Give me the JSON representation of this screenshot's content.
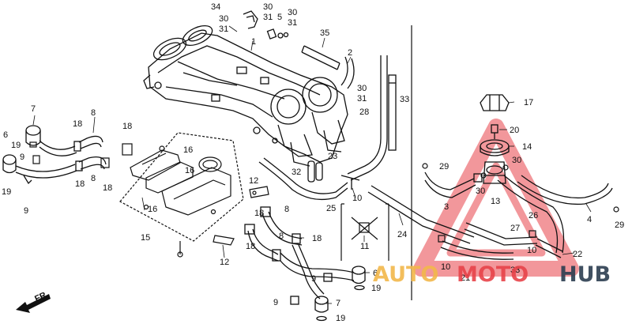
{
  "diagram": {
    "callouts": [
      {
        "id": "c1",
        "text": "34"
      },
      {
        "id": "c2",
        "text": "30"
      },
      {
        "id": "c3",
        "text": "31"
      },
      {
        "id": "c4",
        "text": "30"
      },
      {
        "id": "c5",
        "text": "31"
      },
      {
        "id": "c6",
        "text": "5"
      },
      {
        "id": "c7",
        "text": "30"
      },
      {
        "id": "c8",
        "text": "31"
      },
      {
        "id": "c9",
        "text": "1"
      },
      {
        "id": "c10",
        "text": "35"
      },
      {
        "id": "c11",
        "text": "2"
      },
      {
        "id": "c12",
        "text": "30"
      },
      {
        "id": "c13",
        "text": "31"
      },
      {
        "id": "c14",
        "text": "33"
      },
      {
        "id": "c15",
        "text": "28"
      },
      {
        "id": "c16",
        "text": "17"
      },
      {
        "id": "c17",
        "text": "20"
      },
      {
        "id": "c18",
        "text": "14"
      },
      {
        "id": "c19",
        "text": "7"
      },
      {
        "id": "c20",
        "text": "8"
      },
      {
        "id": "c21",
        "text": "18"
      },
      {
        "id": "c22",
        "text": "6"
      },
      {
        "id": "c23",
        "text": "19"
      },
      {
        "id": "c24",
        "text": "9"
      },
      {
        "id": "c25",
        "text": "18"
      },
      {
        "id": "c26",
        "text": "8"
      },
      {
        "id": "c27",
        "text": "18"
      },
      {
        "id": "c28",
        "text": "19"
      },
      {
        "id": "c29",
        "text": "9"
      },
      {
        "id": "c30",
        "text": "18"
      },
      {
        "id": "c31",
        "text": "16"
      },
      {
        "id": "c32",
        "text": "16"
      },
      {
        "id": "c33",
        "text": "16"
      },
      {
        "id": "c34",
        "text": "15"
      },
      {
        "id": "c35",
        "text": "12"
      },
      {
        "id": "c36",
        "text": "12"
      },
      {
        "id": "c37",
        "text": "23"
      },
      {
        "id": "c38",
        "text": "32"
      },
      {
        "id": "c39",
        "text": "10"
      },
      {
        "id": "c40",
        "text": "25"
      },
      {
        "id": "c41",
        "text": "8"
      },
      {
        "id": "c42",
        "text": "18"
      },
      {
        "id": "c43",
        "text": "18"
      },
      {
        "id": "c44",
        "text": "8"
      },
      {
        "id": "c45",
        "text": "18"
      },
      {
        "id": "c46",
        "text": "24"
      },
      {
        "id": "c47",
        "text": "11"
      },
      {
        "id": "c48",
        "text": "29"
      },
      {
        "id": "c49",
        "text": "30"
      },
      {
        "id": "c50",
        "text": "3"
      },
      {
        "id": "c51",
        "text": "30"
      },
      {
        "id": "c52",
        "text": "13"
      },
      {
        "id": "c53",
        "text": "26"
      },
      {
        "id": "c54",
        "text": "4"
      },
      {
        "id": "c55",
        "text": "27"
      },
      {
        "id": "c56",
        "text": "29"
      },
      {
        "id": "c57",
        "text": "10"
      },
      {
        "id": "c58",
        "text": "22"
      },
      {
        "id": "c59",
        "text": "10"
      },
      {
        "id": "c60",
        "text": "21"
      },
      {
        "id": "c61",
        "text": "33"
      },
      {
        "id": "c62",
        "text": "9"
      },
      {
        "id": "c63",
        "text": "6"
      },
      {
        "id": "c64",
        "text": "19"
      },
      {
        "id": "c65",
        "text": "9"
      },
      {
        "id": "c66",
        "text": "7"
      },
      {
        "id": "c67",
        "text": "19"
      }
    ],
    "direction_label": "FR."
  },
  "watermark": {
    "part1": "AUTO",
    "part2": "MOTO",
    "part3": "HUB",
    "colors": {
      "auto": "#f2b84b",
      "moto": "#e8434a",
      "hub": "#2c3e50",
      "triangle": "#e8434a"
    }
  }
}
